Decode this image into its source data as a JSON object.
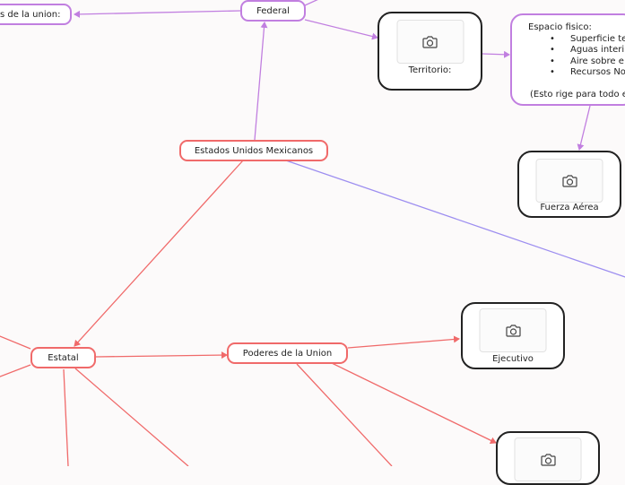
{
  "nodes": {
    "poderes_union_top": "s de la union:",
    "federal": "Federal",
    "territorio": "Territorio:",
    "espacio_title": "Espacio fisico:",
    "espacio_items": [
      "Superficie te",
      "Aguas interi",
      "Aire sobre e",
      "Recursos No"
    ],
    "espacio_note": "(Esto rige para todo e",
    "fuerza_aerea": "Fuerza Aérea",
    "estados_unidos": "Estados Unidos Mexicanos",
    "estatal": "Estatal",
    "poderes_union": "Poderes de la Union",
    "ejecutivo": "Ejecutivo"
  },
  "icons": {
    "image_placeholder": "camera-icon"
  },
  "colors": {
    "purple": "#c17fe0",
    "red": "#f06a6a",
    "blue": "#9d8ef0"
  }
}
